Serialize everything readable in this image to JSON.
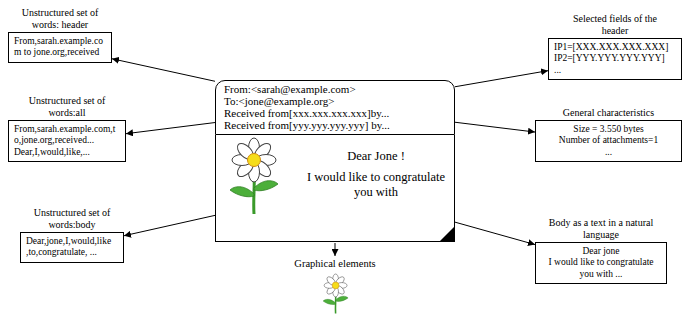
{
  "diagram": {
    "nodes": [
      {
        "text": [
          "Unstructured set of words: header",
          "From,sarah.example.com to jone.org,received"
        ]
      },
      {
        "text": [
          "Selected fields of the header",
          "IP1=[XXX.XXX.XXX.XXX]",
          "IP2=[YYY.YYY.YYY.YYY]",
          "..."
        ]
      },
      {
        "text": [
          "From:<sarah@example.com>",
          "To:<jone@example.org>",
          "Received from[xxx.xxx.xxx.xxx]by...",
          "Received from[yyy.yyy.yyy.yyy] by..."
        ]
      },
      {
        "text": [
          "Unstructured set of words:all",
          "From,sarah.example.com,to,jone.org,received... Dear,I,would,like,..."
        ]
      },
      {
        "text": [
          "General characteristics",
          "Size = 3.550 bytes",
          "Number of attachments=1",
          "..."
        ]
      },
      {
        "text": [
          "Dear Jone !",
          "I would like to congratulate you with"
        ]
      },
      {
        "text": [
          "Unstructured set of words:body",
          "Dear,jone,I,would,like ,to,congratulate, ..."
        ]
      },
      {
        "text": [
          "Body as a text in a natural language",
          "Dear jone",
          "I would like to congratulate you with ..."
        ]
      }
    ],
    "edges": [
      {
        "from": 2,
        "to": 0,
        "arrow": "to"
      },
      {
        "from": 2,
        "to": 1,
        "arrow": "to"
      },
      {
        "from": 2,
        "to": 3,
        "arrow": "to"
      },
      {
        "from": 2,
        "to": 4,
        "arrow": "to"
      },
      {
        "from": 5,
        "to": 6,
        "arrow": "to"
      },
      {
        "from": 5,
        "to": 7,
        "arrow": "to"
      }
    ],
    "labels": [
      "Graphical elements"
    ]
  }
}
